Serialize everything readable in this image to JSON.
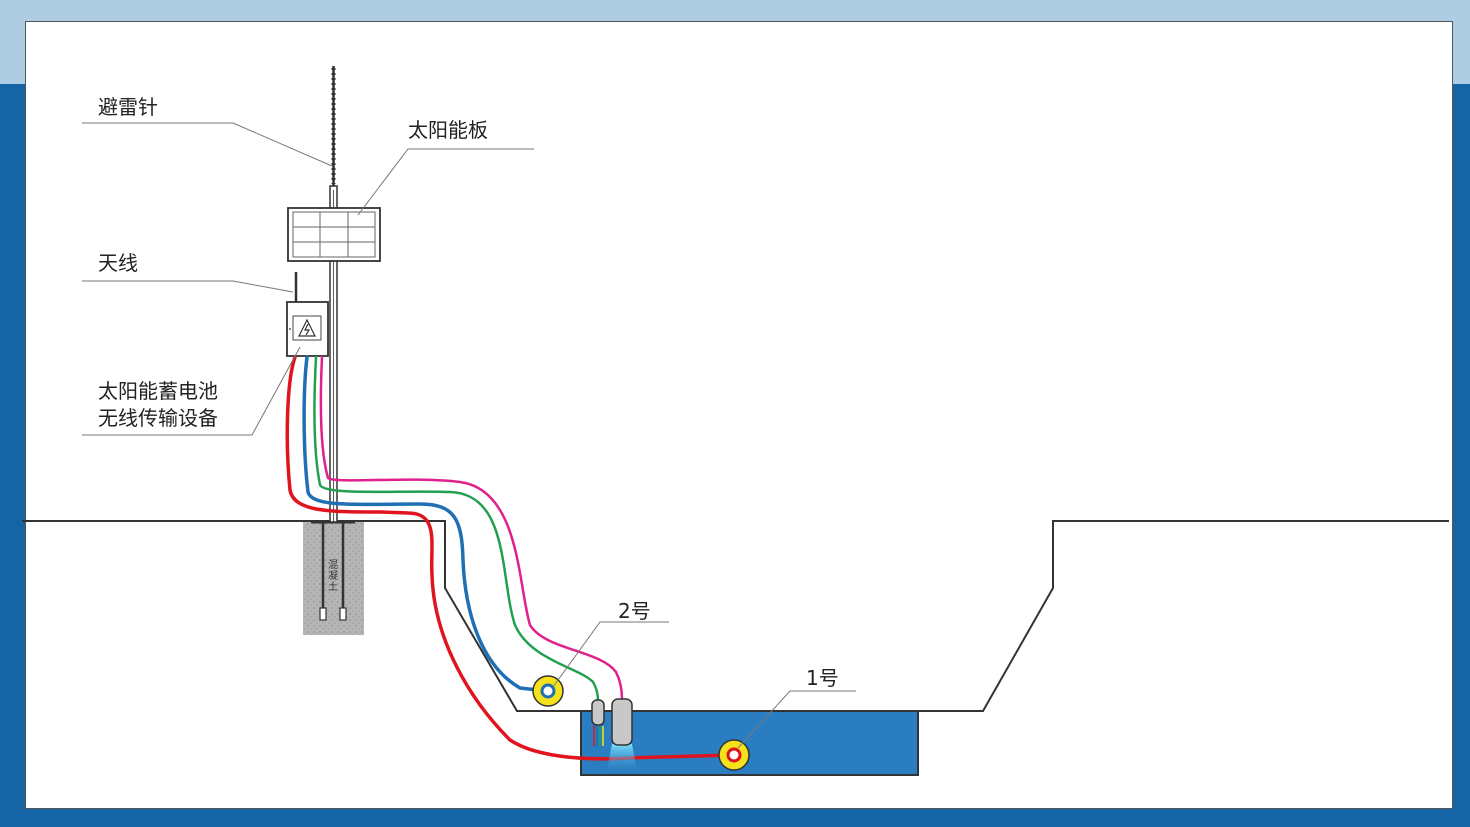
{
  "labels": {
    "lightning_rod": "避雷针",
    "solar_panel": "太阳能板",
    "antenna": "天线",
    "battery_line1": "太阳能蓄电池",
    "battery_line2": "无线传输设备",
    "concrete": "混凝土",
    "sensor_2": "2号",
    "sensor_1": "1号"
  },
  "colors": {
    "background": "#1565a6",
    "top_band": "#aecde3",
    "water": "#2a7dc0",
    "cable_red": "#e0141e",
    "cable_blue": "#1f6fb5",
    "cable_green": "#22a050",
    "cable_pink": "#e0208c",
    "sensor_yellow": "#f6e21a",
    "concrete": "#b5b5b5"
  }
}
